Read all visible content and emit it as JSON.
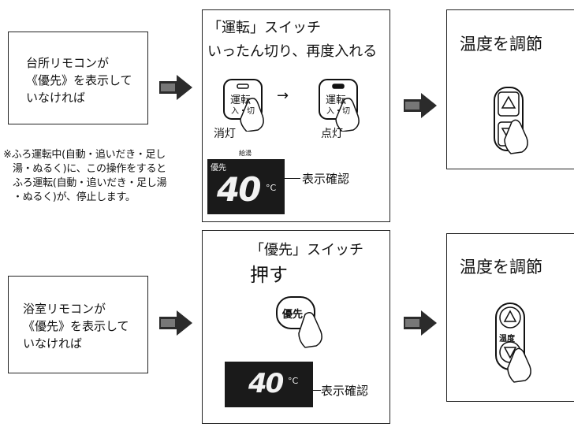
{
  "left_top": {
    "lines": [
      "台所リモコンが",
      "《優先》を表示して",
      "いなければ"
    ]
  },
  "note": {
    "lines": [
      "※ふろ運転中(自動・追いだき・足し",
      "湯・ぬるく)に、この操作をすると",
      "ふろ運転(自動・追いだき・足し湯",
      "・ぬるく)が、停止します。"
    ]
  },
  "middle_top": {
    "title_line1": "「運転」スイッチ",
    "title_line2": "いったん切り、再度入れる",
    "switch_label_top": "運転",
    "switch_label_bottom": "入・切",
    "off_label": "消灯",
    "on_label": "点灯",
    "display_small_label": "給湯",
    "display_priority": "優先",
    "display_temp": "40",
    "display_unit": "°C",
    "confirm_label": "表示確認"
  },
  "right_top": {
    "title": "温度を調節"
  },
  "left_bottom": {
    "lines": [
      "浴室リモコンが",
      "《優先》を表示して",
      "いなければ"
    ]
  },
  "middle_bottom": {
    "title_line1": "「優先」スイッチ",
    "title_line2": "押す",
    "button_label": "優先",
    "display_temp": "40",
    "display_unit": "°C",
    "confirm_label": "表示確認"
  },
  "right_bottom": {
    "title": "温度を調節",
    "button_label": "温度"
  },
  "colors": {
    "ink": "#111111",
    "display_bg": "#1a1a1a",
    "display_fg": "#f2f2f2",
    "arrow": "#2b2b2b"
  }
}
